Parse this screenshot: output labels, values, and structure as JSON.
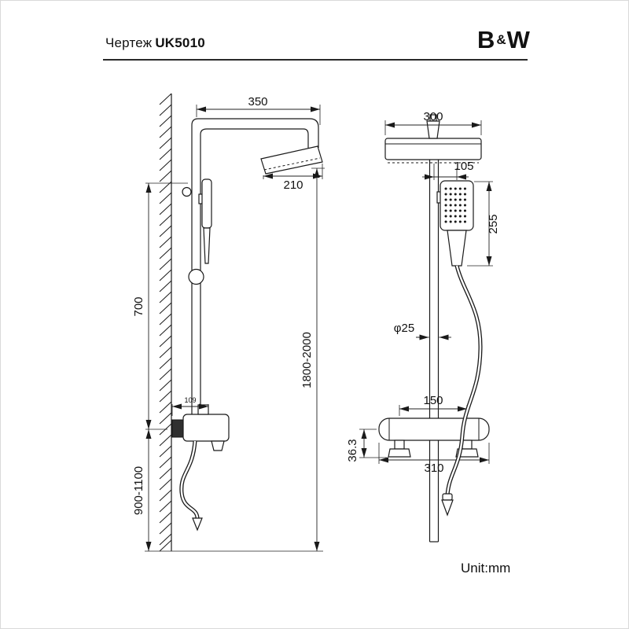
{
  "page": {
    "bg_color": "#ffffff",
    "ink_color": "#1a1a1a"
  },
  "header": {
    "doc_label": "Чертеж",
    "model": "UK5010",
    "brand": {
      "b": "B",
      "amp": "&",
      "w": "W"
    }
  },
  "footer": {
    "unit_label": "Unit:mm"
  },
  "drawing": {
    "dims": {
      "side": {
        "arm_length": "350",
        "head_width": "210",
        "holder_to_mixer": "700",
        "mixer_height_range": "900-1100",
        "total_height_range": "1800-2000",
        "spout_reach": "109"
      },
      "front": {
        "head_width": "300",
        "handshower_offset": "105",
        "handshower_length": "255",
        "pipe_diameter": "φ25",
        "valve_centers": "150",
        "mixer_width": "310",
        "mixer_drop": "36.3"
      }
    }
  }
}
